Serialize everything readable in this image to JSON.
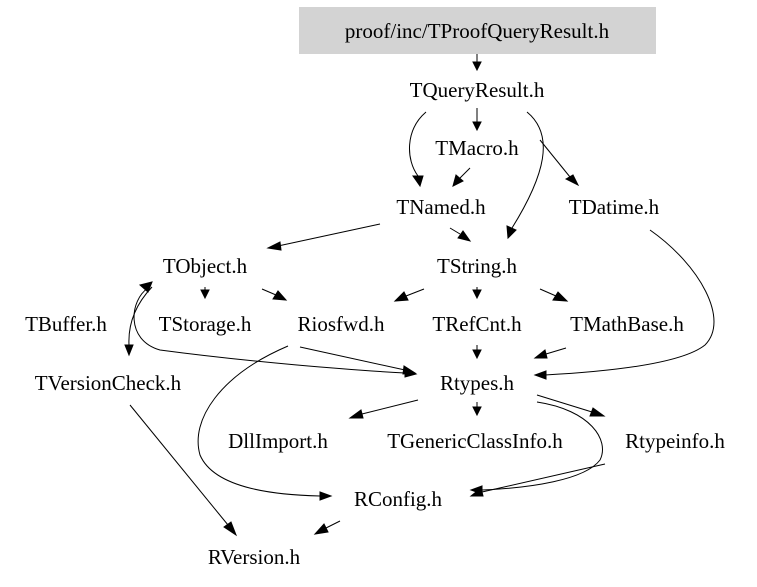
{
  "colors": {
    "root_fill": "#d3d3d3",
    "text": "#000000",
    "edge": "#000000",
    "background": "#ffffff"
  },
  "nodes": {
    "root": "proof/inc/TProofQueryResult.h",
    "tqueryresult": "TQueryResult.h",
    "tmacro": "TMacro.h",
    "tnamed": "TNamed.h",
    "tdatime": "TDatime.h",
    "tobject": "TObject.h",
    "tstring": "TString.h",
    "tbuffer": "TBuffer.h",
    "tstorage": "TStorage.h",
    "riosfwd": "Riosfwd.h",
    "trefcnt": "TRefCnt.h",
    "tmathbase": "TMathBase.h",
    "tversioncheck": "TVersionCheck.h",
    "rtypes": "Rtypes.h",
    "dllimport": "DllImport.h",
    "tgenericclassinfo": "TGenericClassInfo.h",
    "rtypeinfo": "Rtypeinfo.h",
    "rconfig": "RConfig.h",
    "rversion": "RVersion.h"
  }
}
